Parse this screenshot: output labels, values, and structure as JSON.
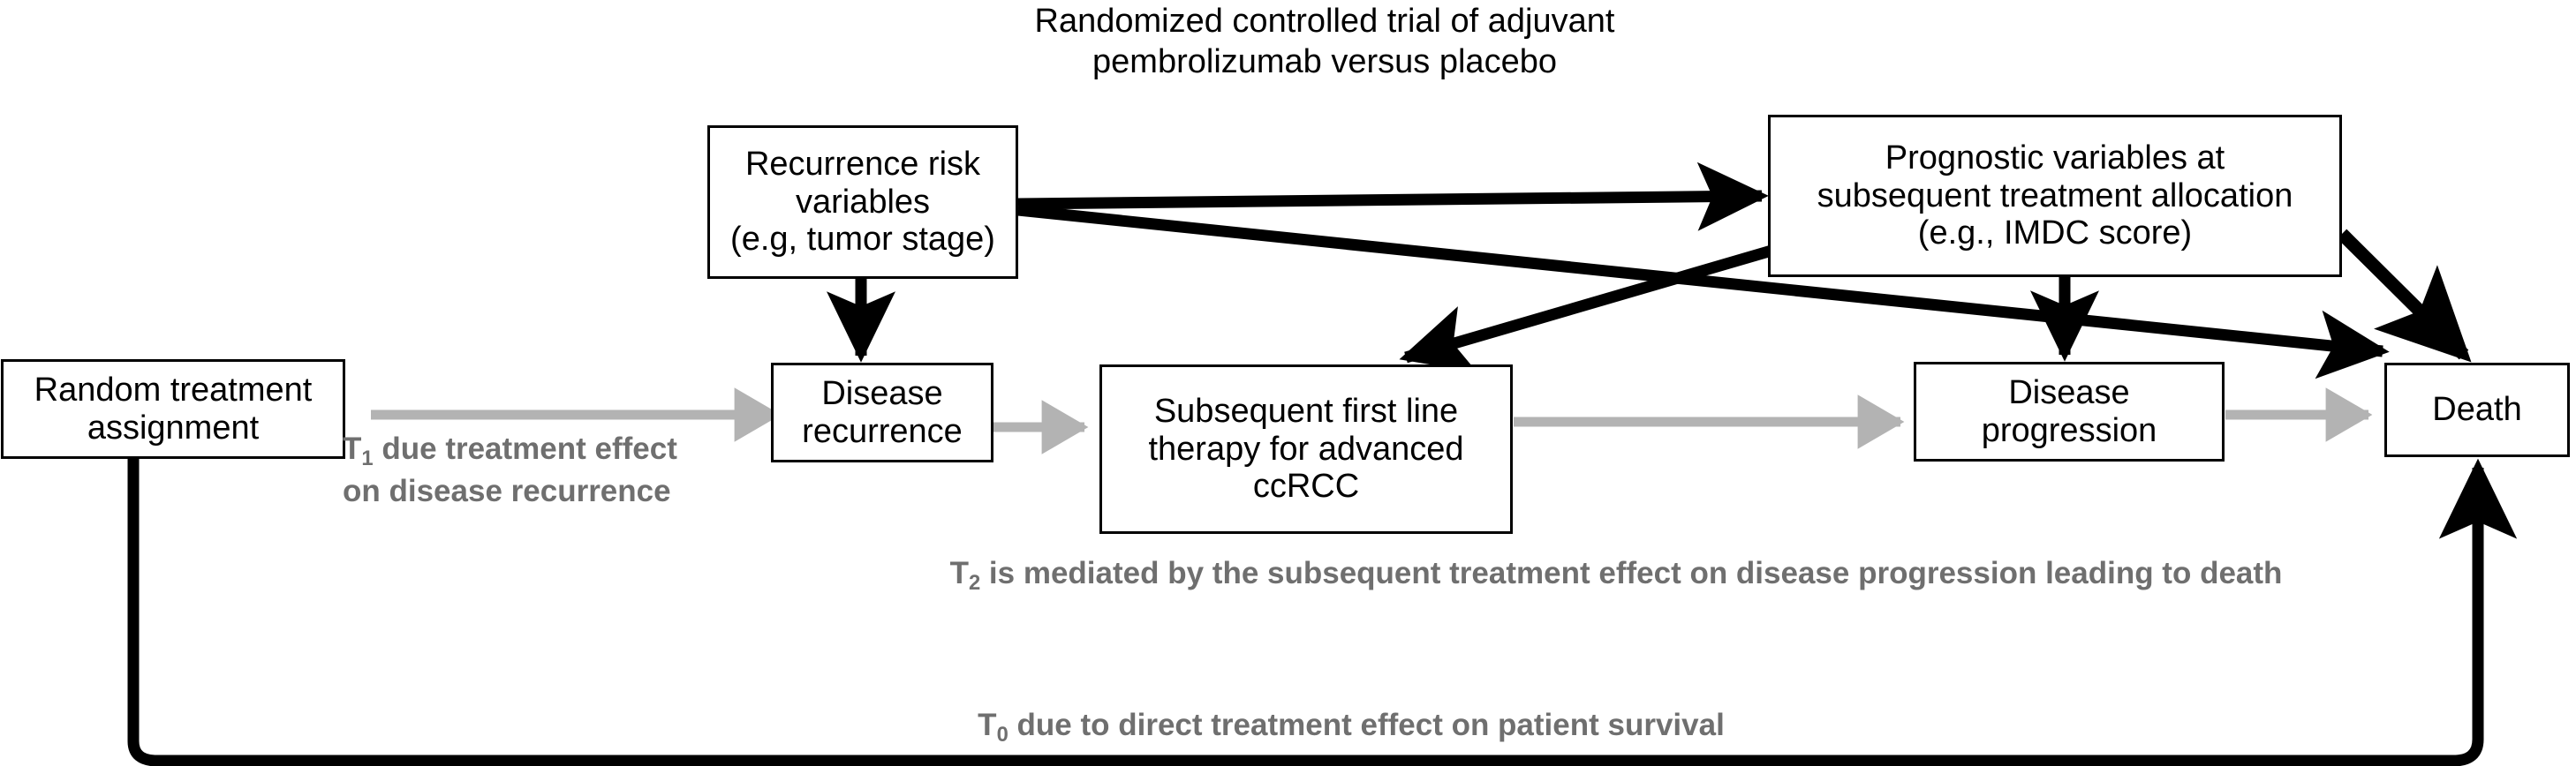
{
  "figure": {
    "title_line1": "Randomized controlled trial of adjuvant",
    "title_line2": "pembrolizumab versus placebo",
    "colors": {
      "node_border": "#000000",
      "node_fill": "#ffffff",
      "causal_arrow": "#000000",
      "pathway_arrow": "#b3b3b3",
      "caption_text": "#6f6f6f",
      "node_text": "#000000"
    }
  },
  "nodes": {
    "random_assignment": {
      "lines": [
        "Random treatment",
        "assignment"
      ]
    },
    "recurrence_risk": {
      "lines": [
        "Recurrence risk",
        "variables",
        "(e.g, tumor stage)"
      ]
    },
    "disease_recurrence": {
      "lines": [
        "Disease",
        "recurrence"
      ]
    },
    "subsequent_therapy": {
      "lines": [
        "Subsequent first line",
        "therapy for advanced",
        "ccRCC"
      ]
    },
    "prognostic_vars": {
      "lines": [
        "Prognostic variables at",
        "subsequent treatment allocation",
        "(e.g., IMDC score)"
      ]
    },
    "disease_progression": {
      "lines": [
        "Disease",
        "progression"
      ]
    },
    "death": {
      "lines": [
        "Death"
      ]
    }
  },
  "captions": {
    "t1": {
      "symbol": "T",
      "sub": "1",
      "line1": " due treatment effect",
      "line2": "on disease recurrence"
    },
    "t2": {
      "symbol": "T",
      "sub": "2",
      "text": " is mediated by the subsequent treatment effect on disease progression leading to death"
    },
    "t0": {
      "symbol": "T",
      "sub": "0",
      "text": " due to direct treatment effect on patient survival"
    }
  },
  "edges": [
    {
      "name": "random-assignment-to-disease-recurrence",
      "style": "pathway-gray"
    },
    {
      "name": "disease-recurrence-to-subsequent-therapy",
      "style": "pathway-gray"
    },
    {
      "name": "subsequent-therapy-to-disease-progression",
      "style": "pathway-gray"
    },
    {
      "name": "disease-progression-to-death",
      "style": "pathway-gray"
    },
    {
      "name": "recurrence-risk-to-disease-recurrence",
      "style": "causal-black"
    },
    {
      "name": "recurrence-risk-to-prognostic-vars",
      "style": "causal-black"
    },
    {
      "name": "recurrence-risk-to-death",
      "style": "causal-black"
    },
    {
      "name": "prognostic-vars-to-subsequent-therapy",
      "style": "causal-black"
    },
    {
      "name": "prognostic-vars-to-disease-progression",
      "style": "causal-black"
    },
    {
      "name": "prognostic-vars-to-death",
      "style": "causal-black"
    },
    {
      "name": "random-assignment-to-death-direct",
      "style": "causal-black"
    }
  ]
}
